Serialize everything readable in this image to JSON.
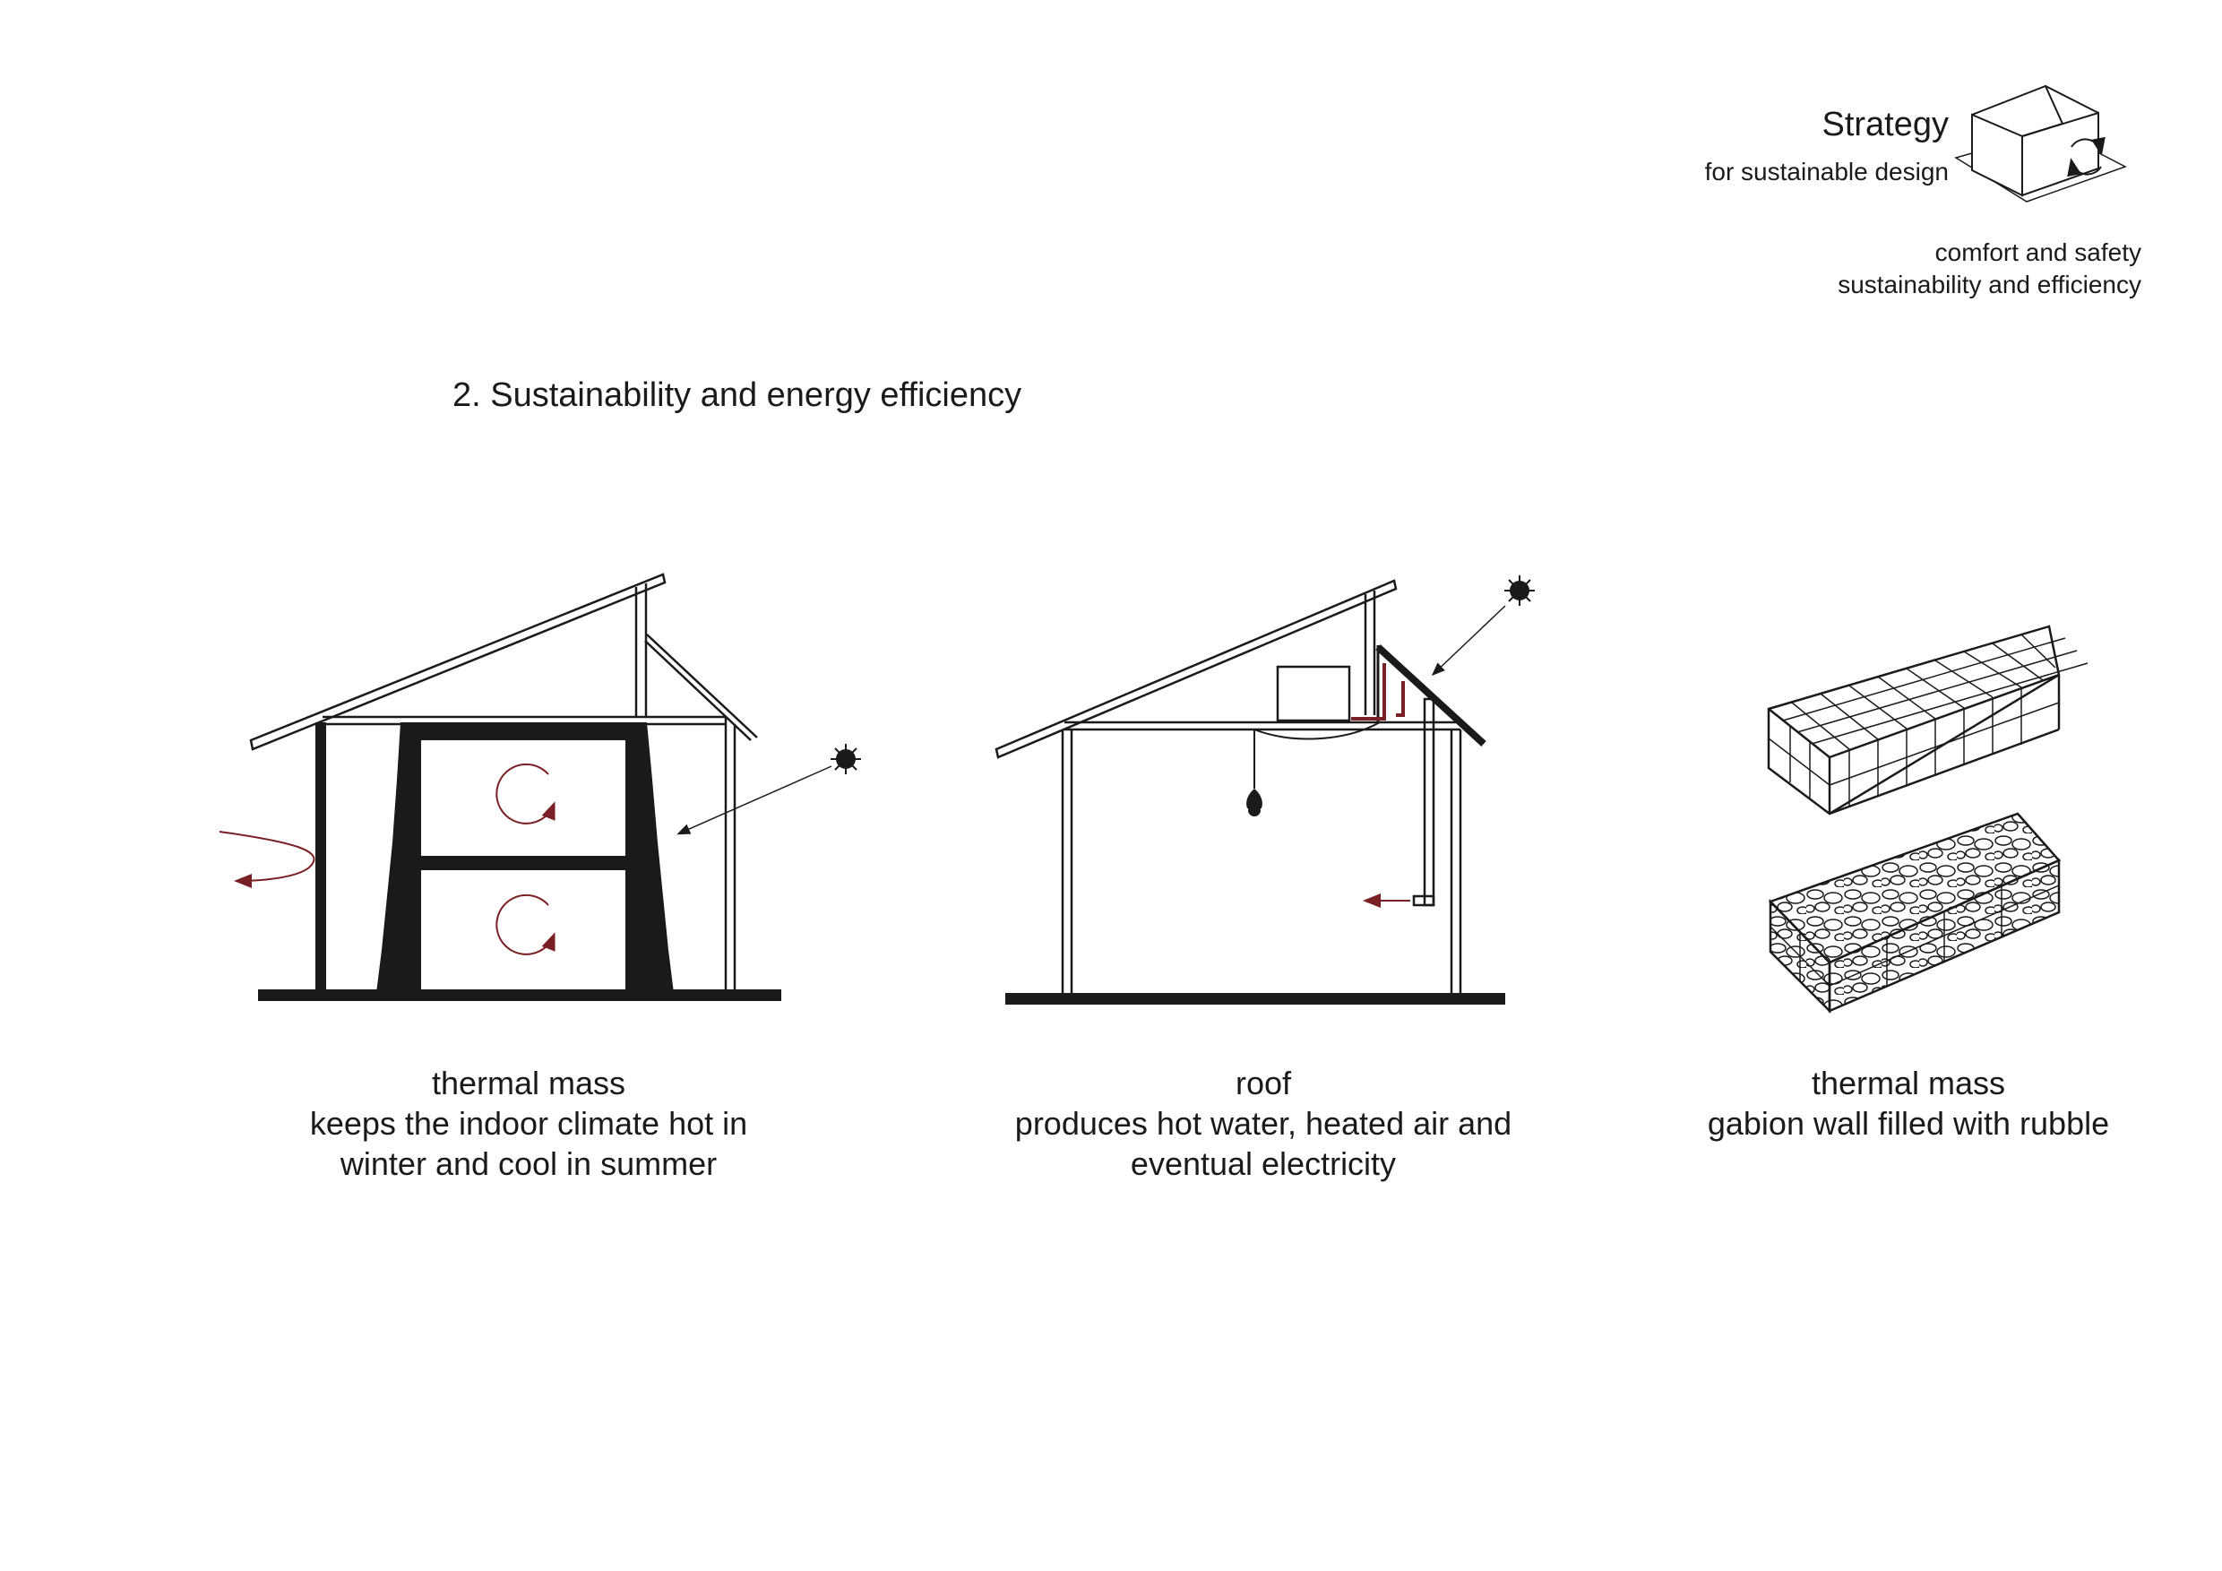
{
  "header": {
    "title": "Strategy",
    "subtitle": "for sustainable design",
    "topics": [
      "comfort and safety",
      "sustainability and efficiency"
    ],
    "icon": "house-cycle-icon"
  },
  "section": {
    "title": "2. Sustainability and energy efficiency"
  },
  "panels": [
    {
      "title": "thermal mass",
      "text": "keeps the indoor climate hot in winter and cool in summer",
      "text_lines": [
        "keeps the indoor climate hot in",
        "winter and cool in summer"
      ],
      "icon": "thermal-mass-section-icon"
    },
    {
      "title": "roof",
      "text": "produces hot water, heated air and eventual electricity",
      "text_lines": [
        "produces hot water, heated air and",
        "eventual electricity"
      ],
      "icon": "solar-roof-section-icon"
    },
    {
      "title": "thermal mass",
      "text": "gabion wall filled with rubble",
      "text_lines": [
        "gabion wall filled with rubble"
      ],
      "icon": "gabion-wall-icon"
    }
  ],
  "colors": {
    "ink": "#1a1a1a",
    "accent": "#7a1f24",
    "background": "#ffffff"
  }
}
